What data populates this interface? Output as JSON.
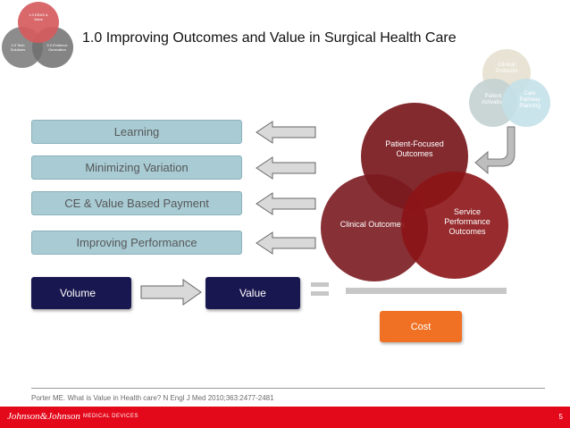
{
  "corner_venn": {
    "top": "1.0 ERAS & Value",
    "left": "2.0 Tech Solutions",
    "right": "3.0 Evidence Generation"
  },
  "title": "1.0 Improving Outcomes and Value in Surgical Health Care",
  "pills": [
    "Learning",
    "Minimizing Variation",
    "CE & Value Based Payment",
    "Improving Performance"
  ],
  "small_venn": {
    "top": "Clinical Protocols",
    "left": "Patient Activation",
    "right": "Care Pathway Planning"
  },
  "main_venn": {
    "top": "Patient-Focused Outcomes",
    "left": "Clinical Outcomes",
    "right": "Service Performance Outcomes"
  },
  "volume_label": "Volume",
  "value_label": "Value",
  "cost_label": "Cost",
  "citation": "Porter ME. What is Value in Health care? N Engl J Med 2010;363:2477-2481",
  "brand_name": "Johnson&Johnson",
  "brand_division": "MEDICAL DEVICES",
  "page_number": "5",
  "colors": {
    "pill_fill": "#a9cbd3",
    "navy": "#19174f",
    "cost_orange": "#f07123",
    "venn_red": "#7a1a1f",
    "footer_red": "#e3081a"
  }
}
